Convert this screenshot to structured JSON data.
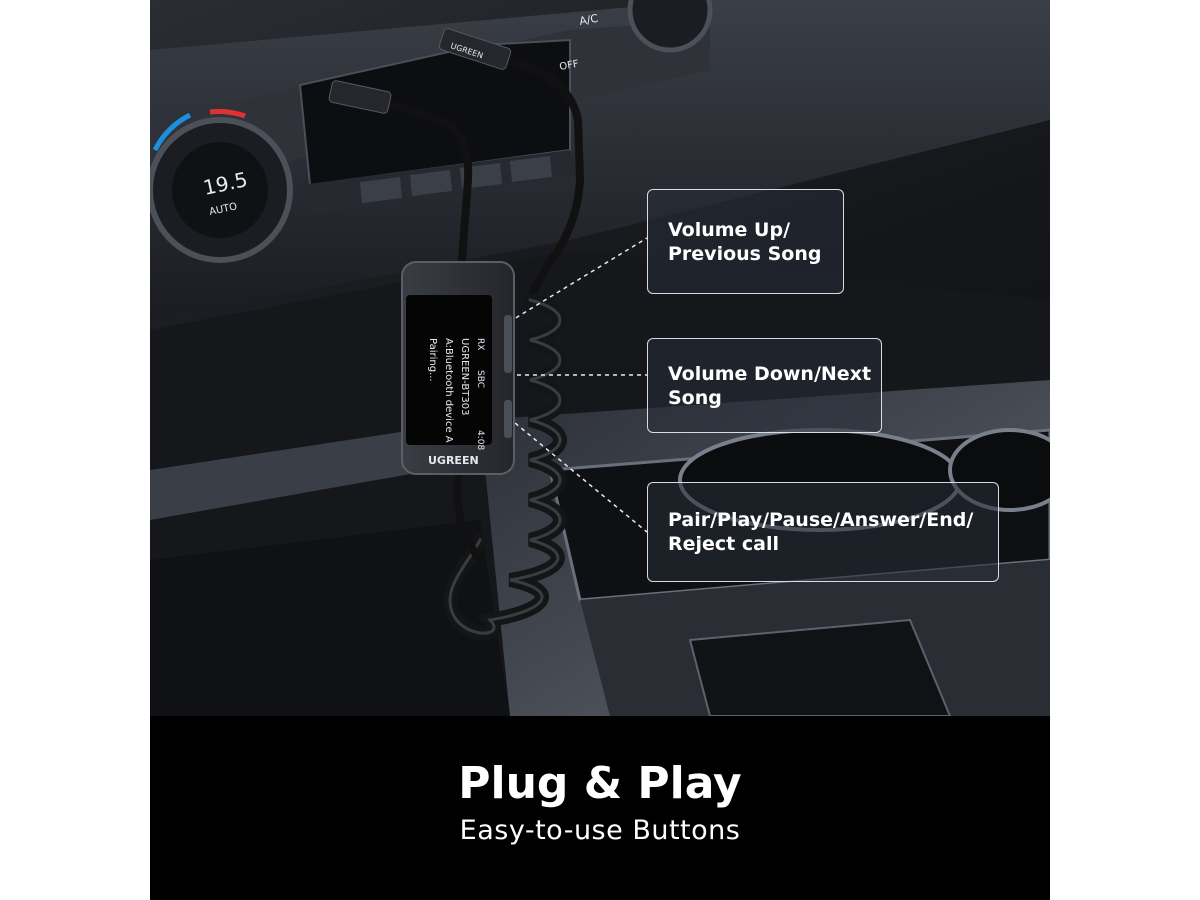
{
  "callouts": [
    {
      "lines": [
        "Volume Up/",
        "Previous Song"
      ]
    },
    {
      "lines": [
        "Volume Down/Next",
        "Song"
      ]
    },
    {
      "lines": [
        "Pair/Play/Pause/Answer/End/",
        "Reject call"
      ]
    }
  ],
  "device": {
    "brand": "UGREEN",
    "screen": {
      "status_left": "RX",
      "status_codec": "SBC",
      "status_time": "4:08",
      "model": "UGREEN-BT303",
      "device_name": "A:Bluetooth device A",
      "pairing": "Pairing..."
    }
  },
  "dashboard": {
    "temperature": "19.5",
    "temperature_mode": "AUTO",
    "cable_brand": "UGREEN",
    "ac_label": "A/C",
    "off_label": "OFF"
  },
  "caption": {
    "headline": "Plug & Play",
    "subline": "Easy-to-use Buttons"
  },
  "colors": {
    "background": "#000000",
    "callout_border": "#d9dde3",
    "text": "#ffffff"
  }
}
